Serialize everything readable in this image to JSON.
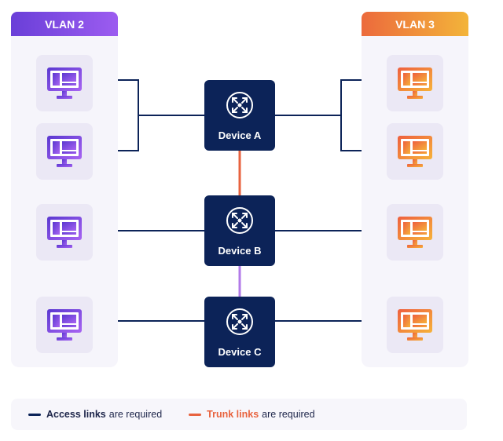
{
  "vlans": [
    {
      "name": "VLAN 2",
      "color": "#7e4ee6"
    },
    {
      "name": "VLAN 3",
      "color": "#f08a3a"
    }
  ],
  "devices": [
    {
      "label": "Device A",
      "icon": "router-arrows-icon"
    },
    {
      "label": "Device B",
      "icon": "router-arrows-icon"
    },
    {
      "label": "Device C",
      "icon": "router-arrows-icon"
    }
  ],
  "links": {
    "access_color": "#0c2358",
    "trunk_a_b_color": "#e8633f",
    "trunk_b_c_color": "#b27ae8"
  },
  "legend": {
    "access_strong": "Access links",
    "access_rest": "are required",
    "trunk_strong": "Trunk links",
    "trunk_rest": "are required"
  }
}
